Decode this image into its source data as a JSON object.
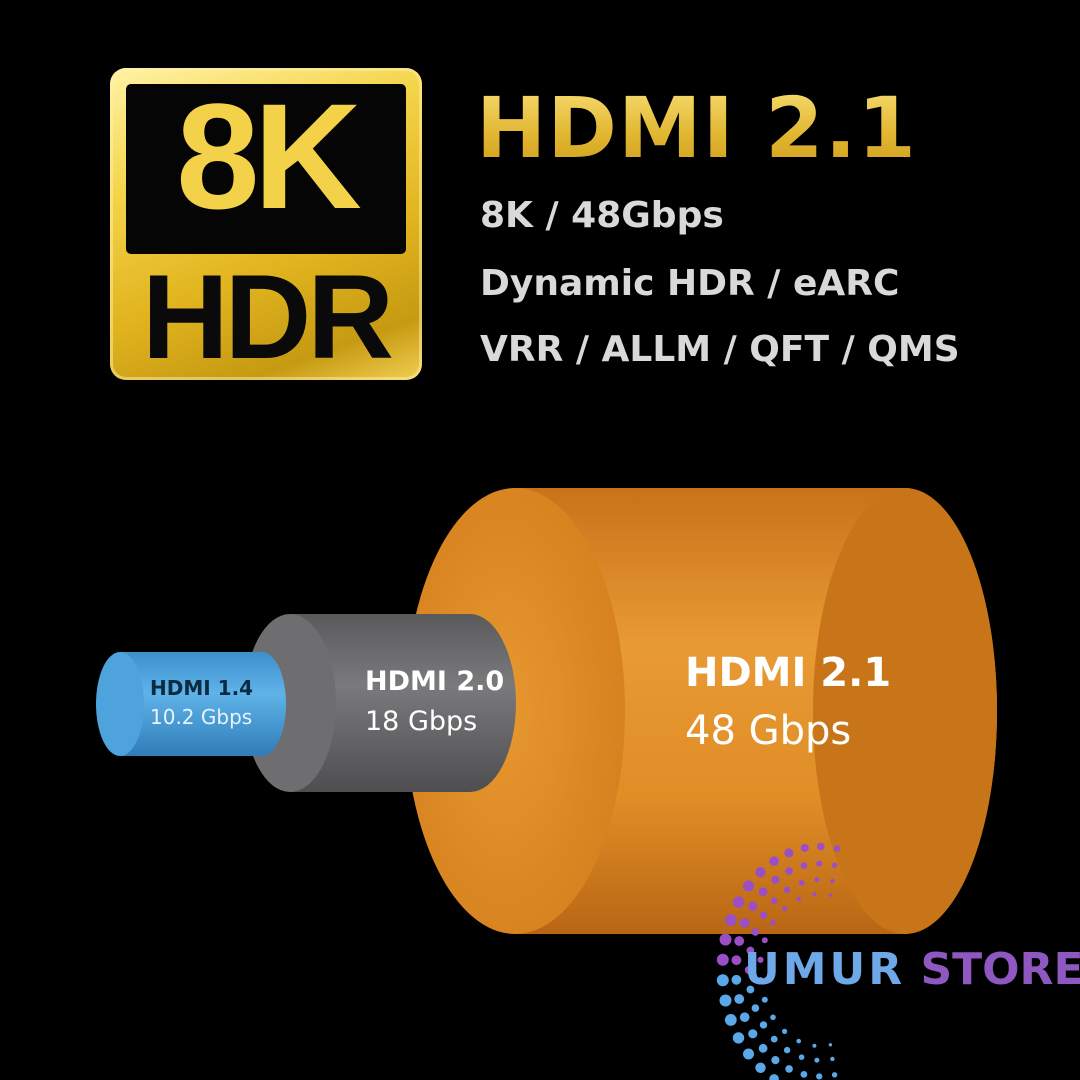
{
  "badge": {
    "top": "8K",
    "bottom": "HDR"
  },
  "heading": {
    "title": "HDMI 2.1",
    "features": [
      "8K / 48Gbps",
      "Dynamic HDR / eARC",
      "VRR / ALLM / QFT / QMS"
    ]
  },
  "cables": [
    {
      "name": "HDMI 1.4",
      "speed": "10.2 Gbps",
      "color": "#4ea3dc"
    },
    {
      "name": "HDMI 2.0",
      "speed": "18 Gbps",
      "color": "#6b6b6d"
    },
    {
      "name": "HDMI 2.1",
      "speed": "48 Gbps",
      "color": "#e08f26"
    }
  ],
  "watermark": {
    "word1": "UMUR",
    "word2": "STORE"
  }
}
